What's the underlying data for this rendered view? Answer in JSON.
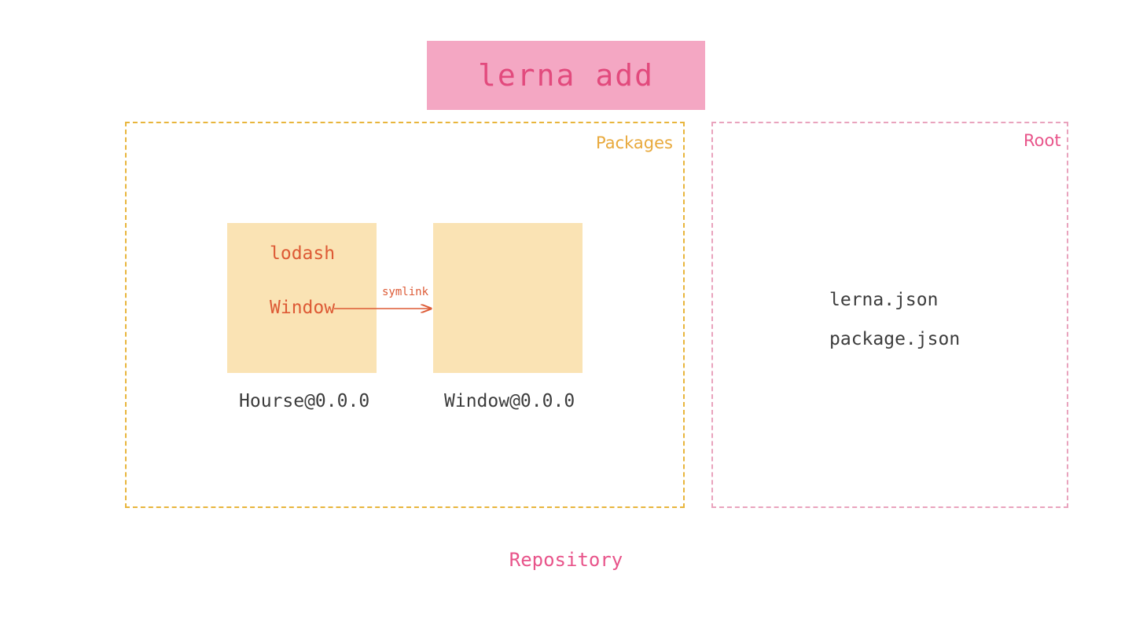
{
  "title": {
    "text": "lerna add",
    "background": "#f4a7c3",
    "color": "#e24a7d"
  },
  "containers": {
    "packages": {
      "label": "Packages",
      "border_color": "#e8b53c",
      "label_color": "#e8a93c"
    },
    "root": {
      "label": "Root",
      "border_color": "#e9a3bd",
      "label_color": "#e8548a"
    }
  },
  "packages": [
    {
      "caption": "Hourse@0.0.0",
      "fill": "#fae3b4",
      "dependencies": [
        "lodash",
        "Window"
      ]
    },
    {
      "caption": "Window@0.0.0",
      "fill": "#fae3b4",
      "dependencies": []
    }
  ],
  "link": {
    "label": "symlink",
    "color": "#dd5a35"
  },
  "root_files": [
    "lerna.json",
    "package.json"
  ],
  "footer": {
    "label": "Repository",
    "color": "#e8548a"
  }
}
